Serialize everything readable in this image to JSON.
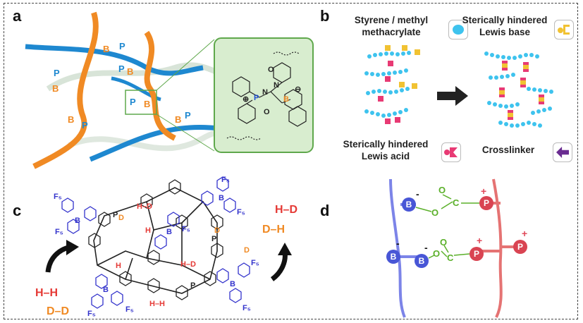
{
  "panels": {
    "a": {
      "label": "a",
      "strand_labels": [
        "B",
        "P",
        "P",
        "B",
        "P",
        "B",
        "B",
        "P",
        "P",
        "B",
        "B",
        "P"
      ],
      "inset": {
        "charges": [
          "⊕",
          "⊖"
        ],
        "atoms": [
          "P",
          "N",
          "N",
          "B",
          "O",
          "O"
        ]
      }
    },
    "b": {
      "label": "b",
      "legend": {
        "monomer": "Styrene / methyl methacrylate",
        "base": "Sterically hindered Lewis base",
        "acid": "Sterically hindered Lewis acid",
        "crosslinker": "Crosslinker"
      }
    },
    "c": {
      "label": "c",
      "gases": {
        "h2_left": "H–H",
        "d2_left": "D–D",
        "hd_right": "H–D",
        "dh_right": "D–H"
      },
      "inner_labels": {
        "hd_top": "H–D",
        "hd_mid": "H–D",
        "hh_bottom": "H–H",
        "f5": "F₅",
        "b": "B",
        "p": "P",
        "h": "H",
        "d": "D"
      }
    },
    "d": {
      "label": "d",
      "atoms": {
        "b": "B",
        "p": "P",
        "o": "O",
        "c": "C"
      },
      "charges": {
        "minus": "-",
        "plus": "+"
      }
    }
  },
  "colors": {
    "orange": "#F08A24",
    "blue": "#1E88D0",
    "inset_bg": "#D8EDCF",
    "inset_border": "#5FA84C",
    "purple": "#6A5CD8",
    "red": "#E04A5A",
    "green": "#5BB02A"
  }
}
